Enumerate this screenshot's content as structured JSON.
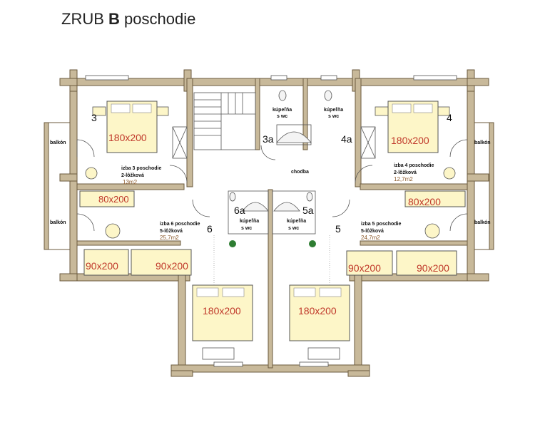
{
  "title": {
    "prefix": "ZRUB",
    "letter": "B",
    "suffix": "poschodie"
  },
  "rooms": {
    "r3": {
      "num": "3",
      "name": "izba 3 poschodie",
      "beds": "2-lôžková",
      "area": "13m2"
    },
    "r4": {
      "num": "4",
      "name": "izba 4 poschodie",
      "beds": "2-lôžková",
      "area": "12,7m2"
    },
    "r6": {
      "num": "6",
      "name": "izba 6 poschodie",
      "beds": "5-lôžková",
      "area": "25,7m2"
    },
    "r5": {
      "num": "5",
      "name": "izba 5 poschodie",
      "beds": "5-lôžková",
      "area": "24,7m2"
    },
    "b3a": {
      "num": "3a",
      "line1": "kúpeľňa",
      "line2": "s wc"
    },
    "b4a": {
      "num": "4a",
      "line1": "kúpeľňa",
      "line2": "s wc"
    },
    "b6a": {
      "num": "6a",
      "line1": "kúpeľňa",
      "line2": "s wc"
    },
    "b5a": {
      "num": "5a",
      "line1": "kúpeľňa",
      "line2": "s wc"
    },
    "corridor": "chodba",
    "balcony": "balkón"
  },
  "beds": {
    "double": "180x200",
    "single": "80x200",
    "single90": "90x200"
  },
  "colors": {
    "wall": "#c8b99a",
    "wall_stroke": "#6b5a3e",
    "bed_fill": "#fdf6c8",
    "bed_label": "#c0392b",
    "area_label": "#8b5a2b",
    "plant": "#2e7d32"
  }
}
